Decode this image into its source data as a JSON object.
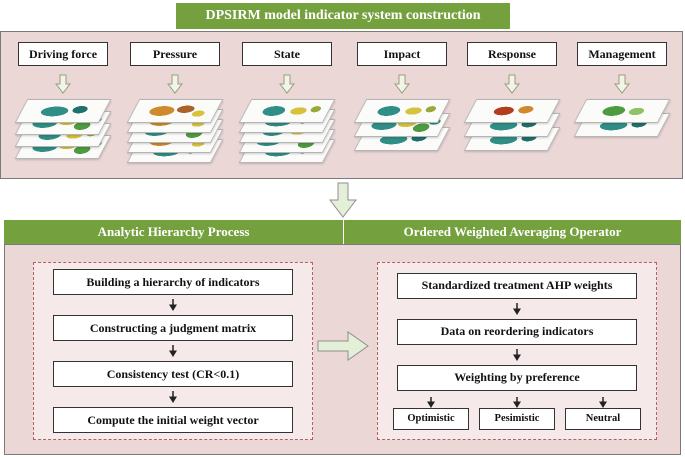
{
  "colors": {
    "header_green": "#74a13e",
    "panel_pink": "#ecd7d7",
    "dashed_border_red": "#b4605f",
    "arrow_fill_green": "#e4efd8"
  },
  "top": {
    "title": "DPSIRM model indicator system construction",
    "categories": [
      "Driving force",
      "Pressure",
      "State",
      "Impact",
      "Response",
      "Management"
    ]
  },
  "ahp": {
    "title": "Analytic Hierarchy Process",
    "steps": [
      "Building a hierarchy of indicators",
      "Constructing a judgment matrix",
      "Consistency test (CR<0.1)",
      "Compute the initial weight vector"
    ]
  },
  "owa": {
    "title": "Ordered Weighted Averaging Operator",
    "steps": [
      "Standardized treatment AHP weights",
      "Data on reordering indicators",
      "Weighting by preference"
    ],
    "options": [
      "Optimistic",
      "Pesimistic",
      "Neutral"
    ]
  }
}
